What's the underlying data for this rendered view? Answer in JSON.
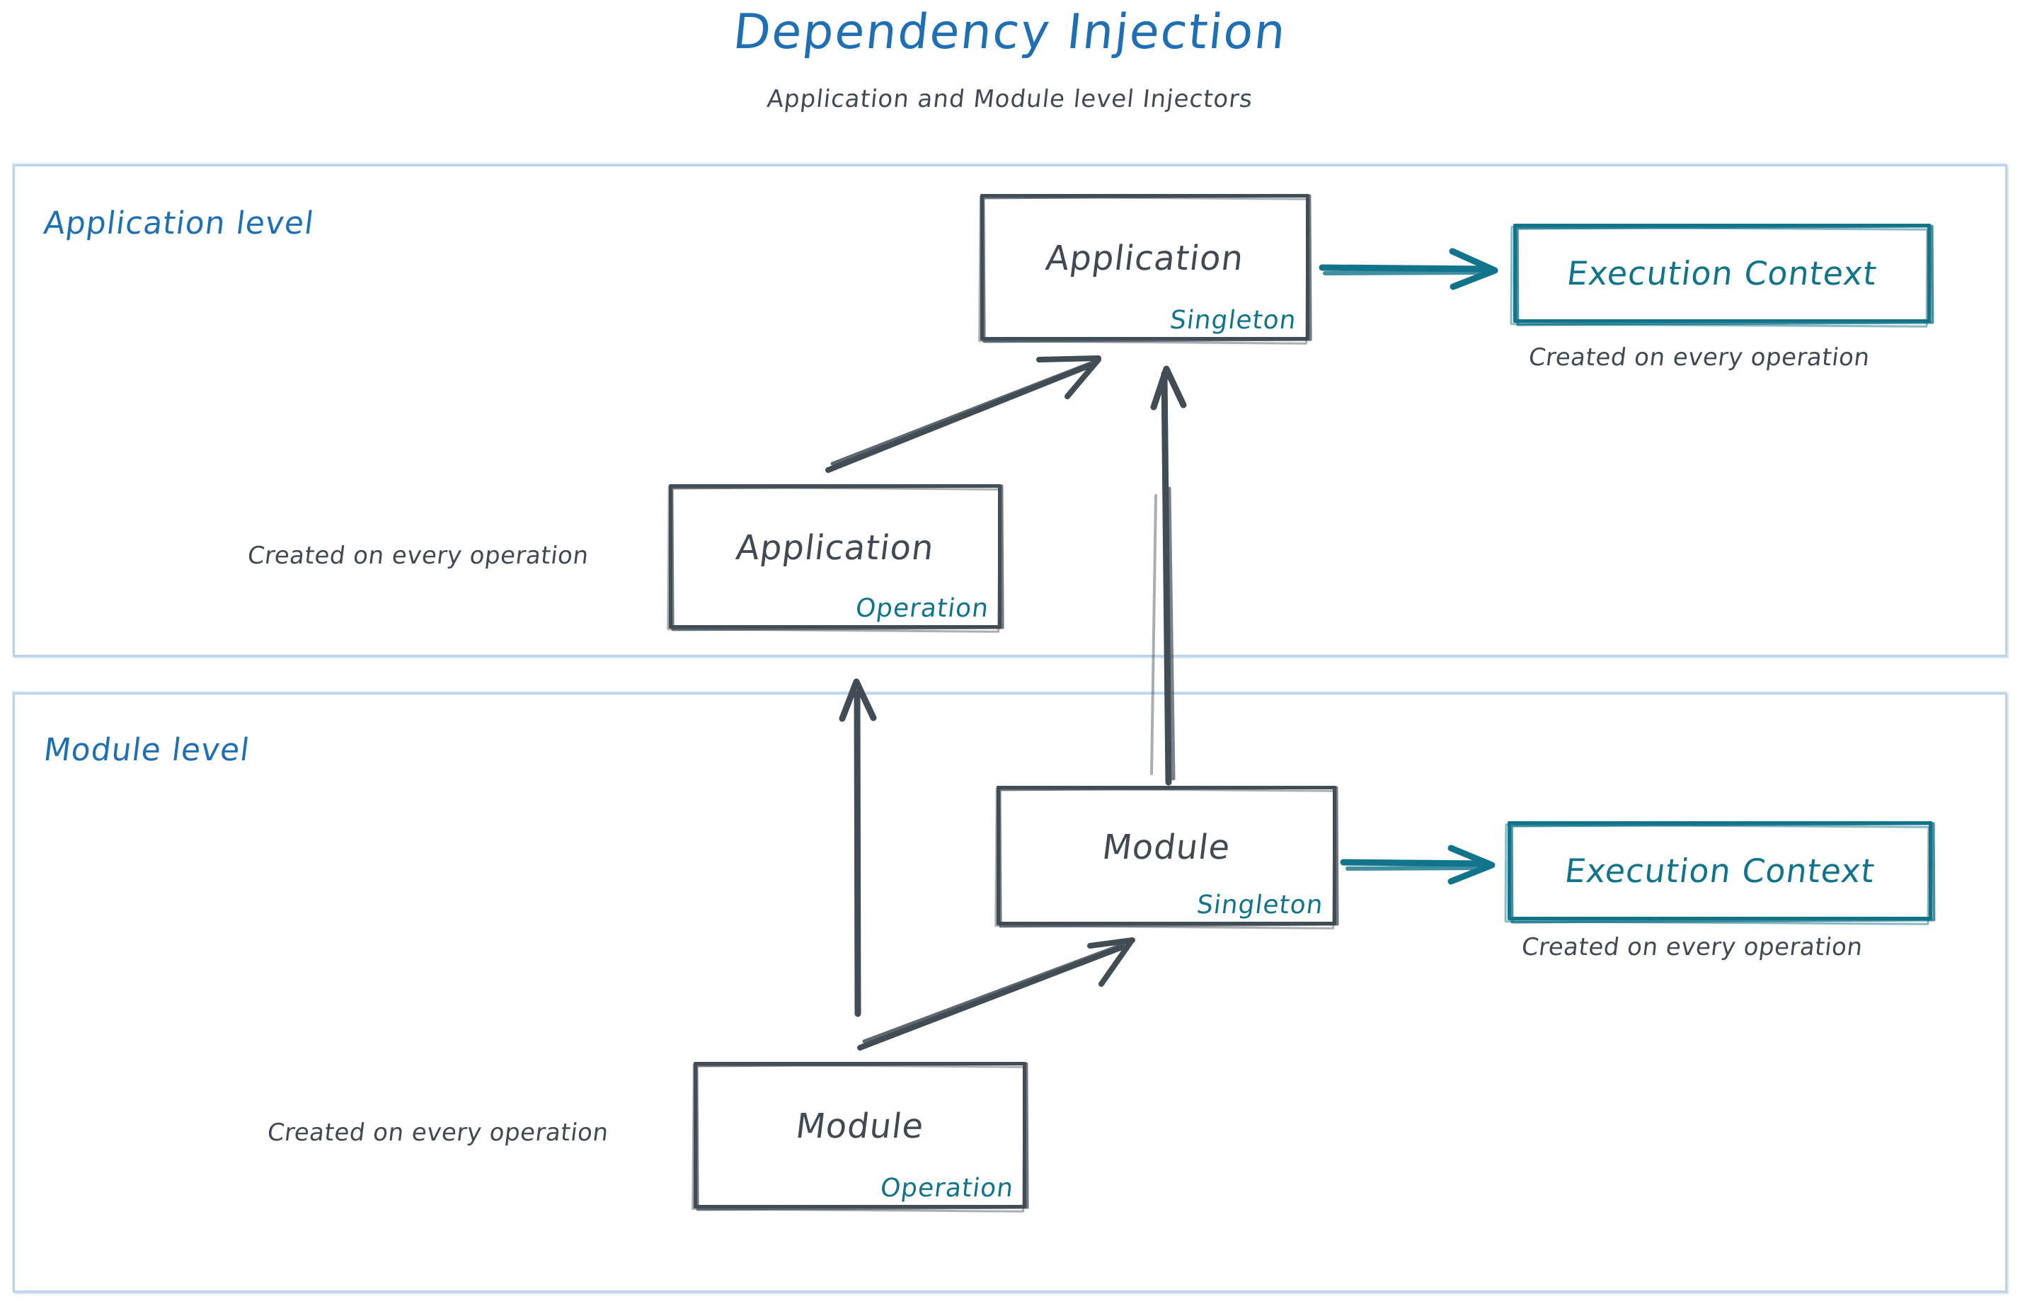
{
  "header": {
    "title": "Dependency Injection",
    "subtitle": "Application and Module level Injectors"
  },
  "colors": {
    "title_blue": "#1f6fb4",
    "level_border": "#bcd4ea",
    "node_stroke": "#414c55",
    "teal": "#12748a",
    "text_gray": "#3f4a54"
  },
  "levels": [
    {
      "id": "application-level",
      "label": "Application level",
      "nodes": [
        {
          "id": "application-singleton",
          "title": "Application",
          "scope": "Singleton"
        },
        {
          "id": "application-operation",
          "title": "Application",
          "scope": "Operation"
        },
        {
          "id": "execution-context-app",
          "title": "Execution Context",
          "scope": ""
        }
      ],
      "captions": [
        {
          "id": "caption-exec-app",
          "text": "Created on every operation"
        },
        {
          "id": "caption-app-operation",
          "text": "Created on every operation"
        }
      ]
    },
    {
      "id": "module-level",
      "label": "Module level",
      "nodes": [
        {
          "id": "module-singleton",
          "title": "Module",
          "scope": "Singleton"
        },
        {
          "id": "module-operation",
          "title": "Module",
          "scope": "Operation"
        },
        {
          "id": "execution-context-mod",
          "title": "Execution Context",
          "scope": ""
        }
      ],
      "captions": [
        {
          "id": "caption-exec-mod",
          "text": "Created on every operation"
        },
        {
          "id": "caption-mod-operation",
          "text": "Created on every operation"
        }
      ]
    }
  ],
  "connections": [
    {
      "id": "app-singleton-to-exec-context",
      "from": "application-singleton",
      "to": "execution-context-app",
      "color": "#12748a",
      "style": "straight-right"
    },
    {
      "id": "app-operation-to-app-singleton",
      "from": "application-operation",
      "to": "application-singleton",
      "color": "#414c55",
      "style": "diagonal-up-right"
    },
    {
      "id": "module-singleton-to-app-singleton",
      "from": "module-singleton",
      "to": "application-singleton",
      "color": "#414c55",
      "style": "vertical-up"
    },
    {
      "id": "module-operation-to-app-level",
      "from": "module-operation",
      "to": "application-level",
      "color": "#414c55",
      "style": "vertical-up"
    },
    {
      "id": "module-operation-to-module-singleton",
      "from": "module-operation",
      "to": "module-singleton",
      "color": "#414c55",
      "style": "diagonal-up-right"
    },
    {
      "id": "module-singleton-to-exec-context",
      "from": "module-singleton",
      "to": "execution-context-mod",
      "color": "#12748a",
      "style": "straight-right"
    }
  ]
}
